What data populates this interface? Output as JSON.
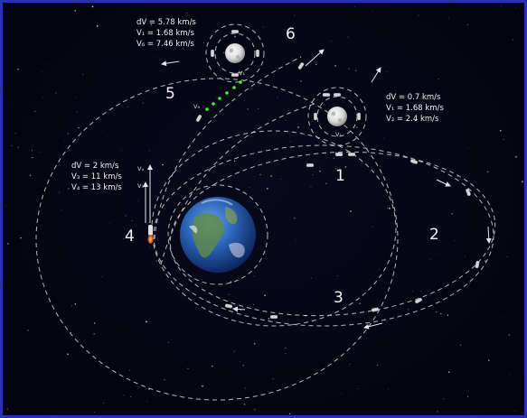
{
  "stage_numbers": [
    "1",
    "2",
    "3",
    "4",
    "5",
    "6"
  ],
  "readouts": {
    "top": [
      "dV = 5.78 km/s",
      "V₁ = 1.68 km/s",
      "V₆ = 7.46 km/s"
    ],
    "right": [
      "dV = 0.7 km/s",
      "V₁ = 1.68 km/s",
      "V₂ = 2.4 km/s"
    ],
    "left": [
      "dV = 2 km/s",
      "V₃ = 11 km/s",
      "V₄ = 13 km/s"
    ]
  },
  "velocity_labels": {
    "moon_top_v1": "V₁",
    "moon_top_v6": "V₆",
    "moon_right_v1": "V₁",
    "moon_right_v2": "V₂",
    "earth_v4": "V₄",
    "earth_v3": "V₃"
  },
  "colors": {
    "background": "#050512",
    "frame": "#2a2fb8",
    "orbit_line": "#d8d8d8",
    "trajectory_dots": "#39ff3a",
    "text": "#f2f2f2"
  },
  "icons": [
    "earth-icon",
    "moon-icon",
    "spacecraft-icon",
    "velocity-arrow-icon"
  ]
}
